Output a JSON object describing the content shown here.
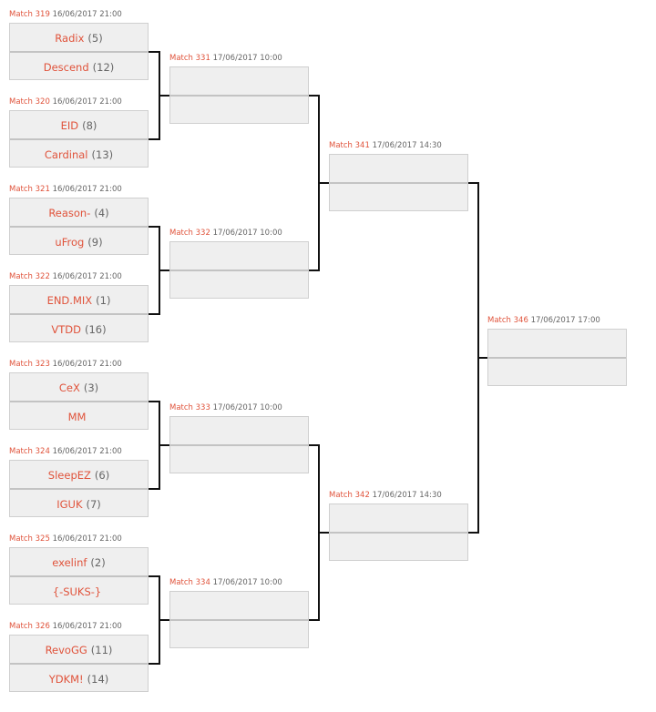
{
  "bracket": {
    "rounds": [
      {
        "matches": [
          {
            "number": "Match 319",
            "datetime": "16/06/2017 21:00",
            "slots": [
              {
                "team": "Radix",
                "score": "(5)"
              },
              {
                "team": "Descend",
                "score": "(12)"
              }
            ]
          },
          {
            "number": "Match 320",
            "datetime": "16/06/2017 21:00",
            "slots": [
              {
                "team": "EID",
                "score": "(8)"
              },
              {
                "team": "Cardinal",
                "score": "(13)"
              }
            ]
          },
          {
            "number": "Match 321",
            "datetime": "16/06/2017 21:00",
            "slots": [
              {
                "team": "Reason-",
                "score": "(4)"
              },
              {
                "team": "uFrog",
                "score": "(9)"
              }
            ]
          },
          {
            "number": "Match 322",
            "datetime": "16/06/2017 21:00",
            "slots": [
              {
                "team": "END.MIX",
                "score": "(1)"
              },
              {
                "team": "VTDD",
                "score": "(16)"
              }
            ]
          },
          {
            "number": "Match 323",
            "datetime": "16/06/2017 21:00",
            "slots": [
              {
                "team": "CeX",
                "score": "(3)"
              },
              {
                "team": "MM",
                "score": ""
              }
            ]
          },
          {
            "number": "Match 324",
            "datetime": "16/06/2017 21:00",
            "slots": [
              {
                "team": "SleepEZ",
                "score": "(6)"
              },
              {
                "team": "IGUK",
                "score": "(7)"
              }
            ]
          },
          {
            "number": "Match 325",
            "datetime": "16/06/2017 21:00",
            "slots": [
              {
                "team": "exelinf",
                "score": "(2)"
              },
              {
                "team": "{-SUKS-}",
                "score": ""
              }
            ]
          },
          {
            "number": "Match 326",
            "datetime": "16/06/2017 21:00",
            "slots": [
              {
                "team": "RevoGG",
                "score": "(11)"
              },
              {
                "team": "YDKM!",
                "score": "(14)"
              }
            ]
          }
        ]
      },
      {
        "matches": [
          {
            "number": "Match 331",
            "datetime": "17/06/2017 10:00",
            "slots": [
              {
                "team": "",
                "score": ""
              },
              {
                "team": "",
                "score": ""
              }
            ]
          },
          {
            "number": "Match 332",
            "datetime": "17/06/2017 10:00",
            "slots": [
              {
                "team": "",
                "score": ""
              },
              {
                "team": "",
                "score": ""
              }
            ]
          },
          {
            "number": "Match 333",
            "datetime": "17/06/2017 10:00",
            "slots": [
              {
                "team": "",
                "score": ""
              },
              {
                "team": "",
                "score": ""
              }
            ]
          },
          {
            "number": "Match 334",
            "datetime": "17/06/2017 10:00",
            "slots": [
              {
                "team": "",
                "score": ""
              },
              {
                "team": "",
                "score": ""
              }
            ]
          }
        ]
      },
      {
        "matches": [
          {
            "number": "Match 341",
            "datetime": "17/06/2017 14:30",
            "slots": [
              {
                "team": "",
                "score": ""
              },
              {
                "team": "",
                "score": ""
              }
            ]
          },
          {
            "number": "Match 342",
            "datetime": "17/06/2017 14:30",
            "slots": [
              {
                "team": "",
                "score": ""
              },
              {
                "team": "",
                "score": ""
              }
            ]
          }
        ]
      },
      {
        "matches": [
          {
            "number": "Match 346",
            "datetime": "17/06/2017 17:00",
            "slots": [
              {
                "team": "",
                "score": ""
              },
              {
                "team": "",
                "score": ""
              }
            ]
          }
        ]
      }
    ]
  }
}
